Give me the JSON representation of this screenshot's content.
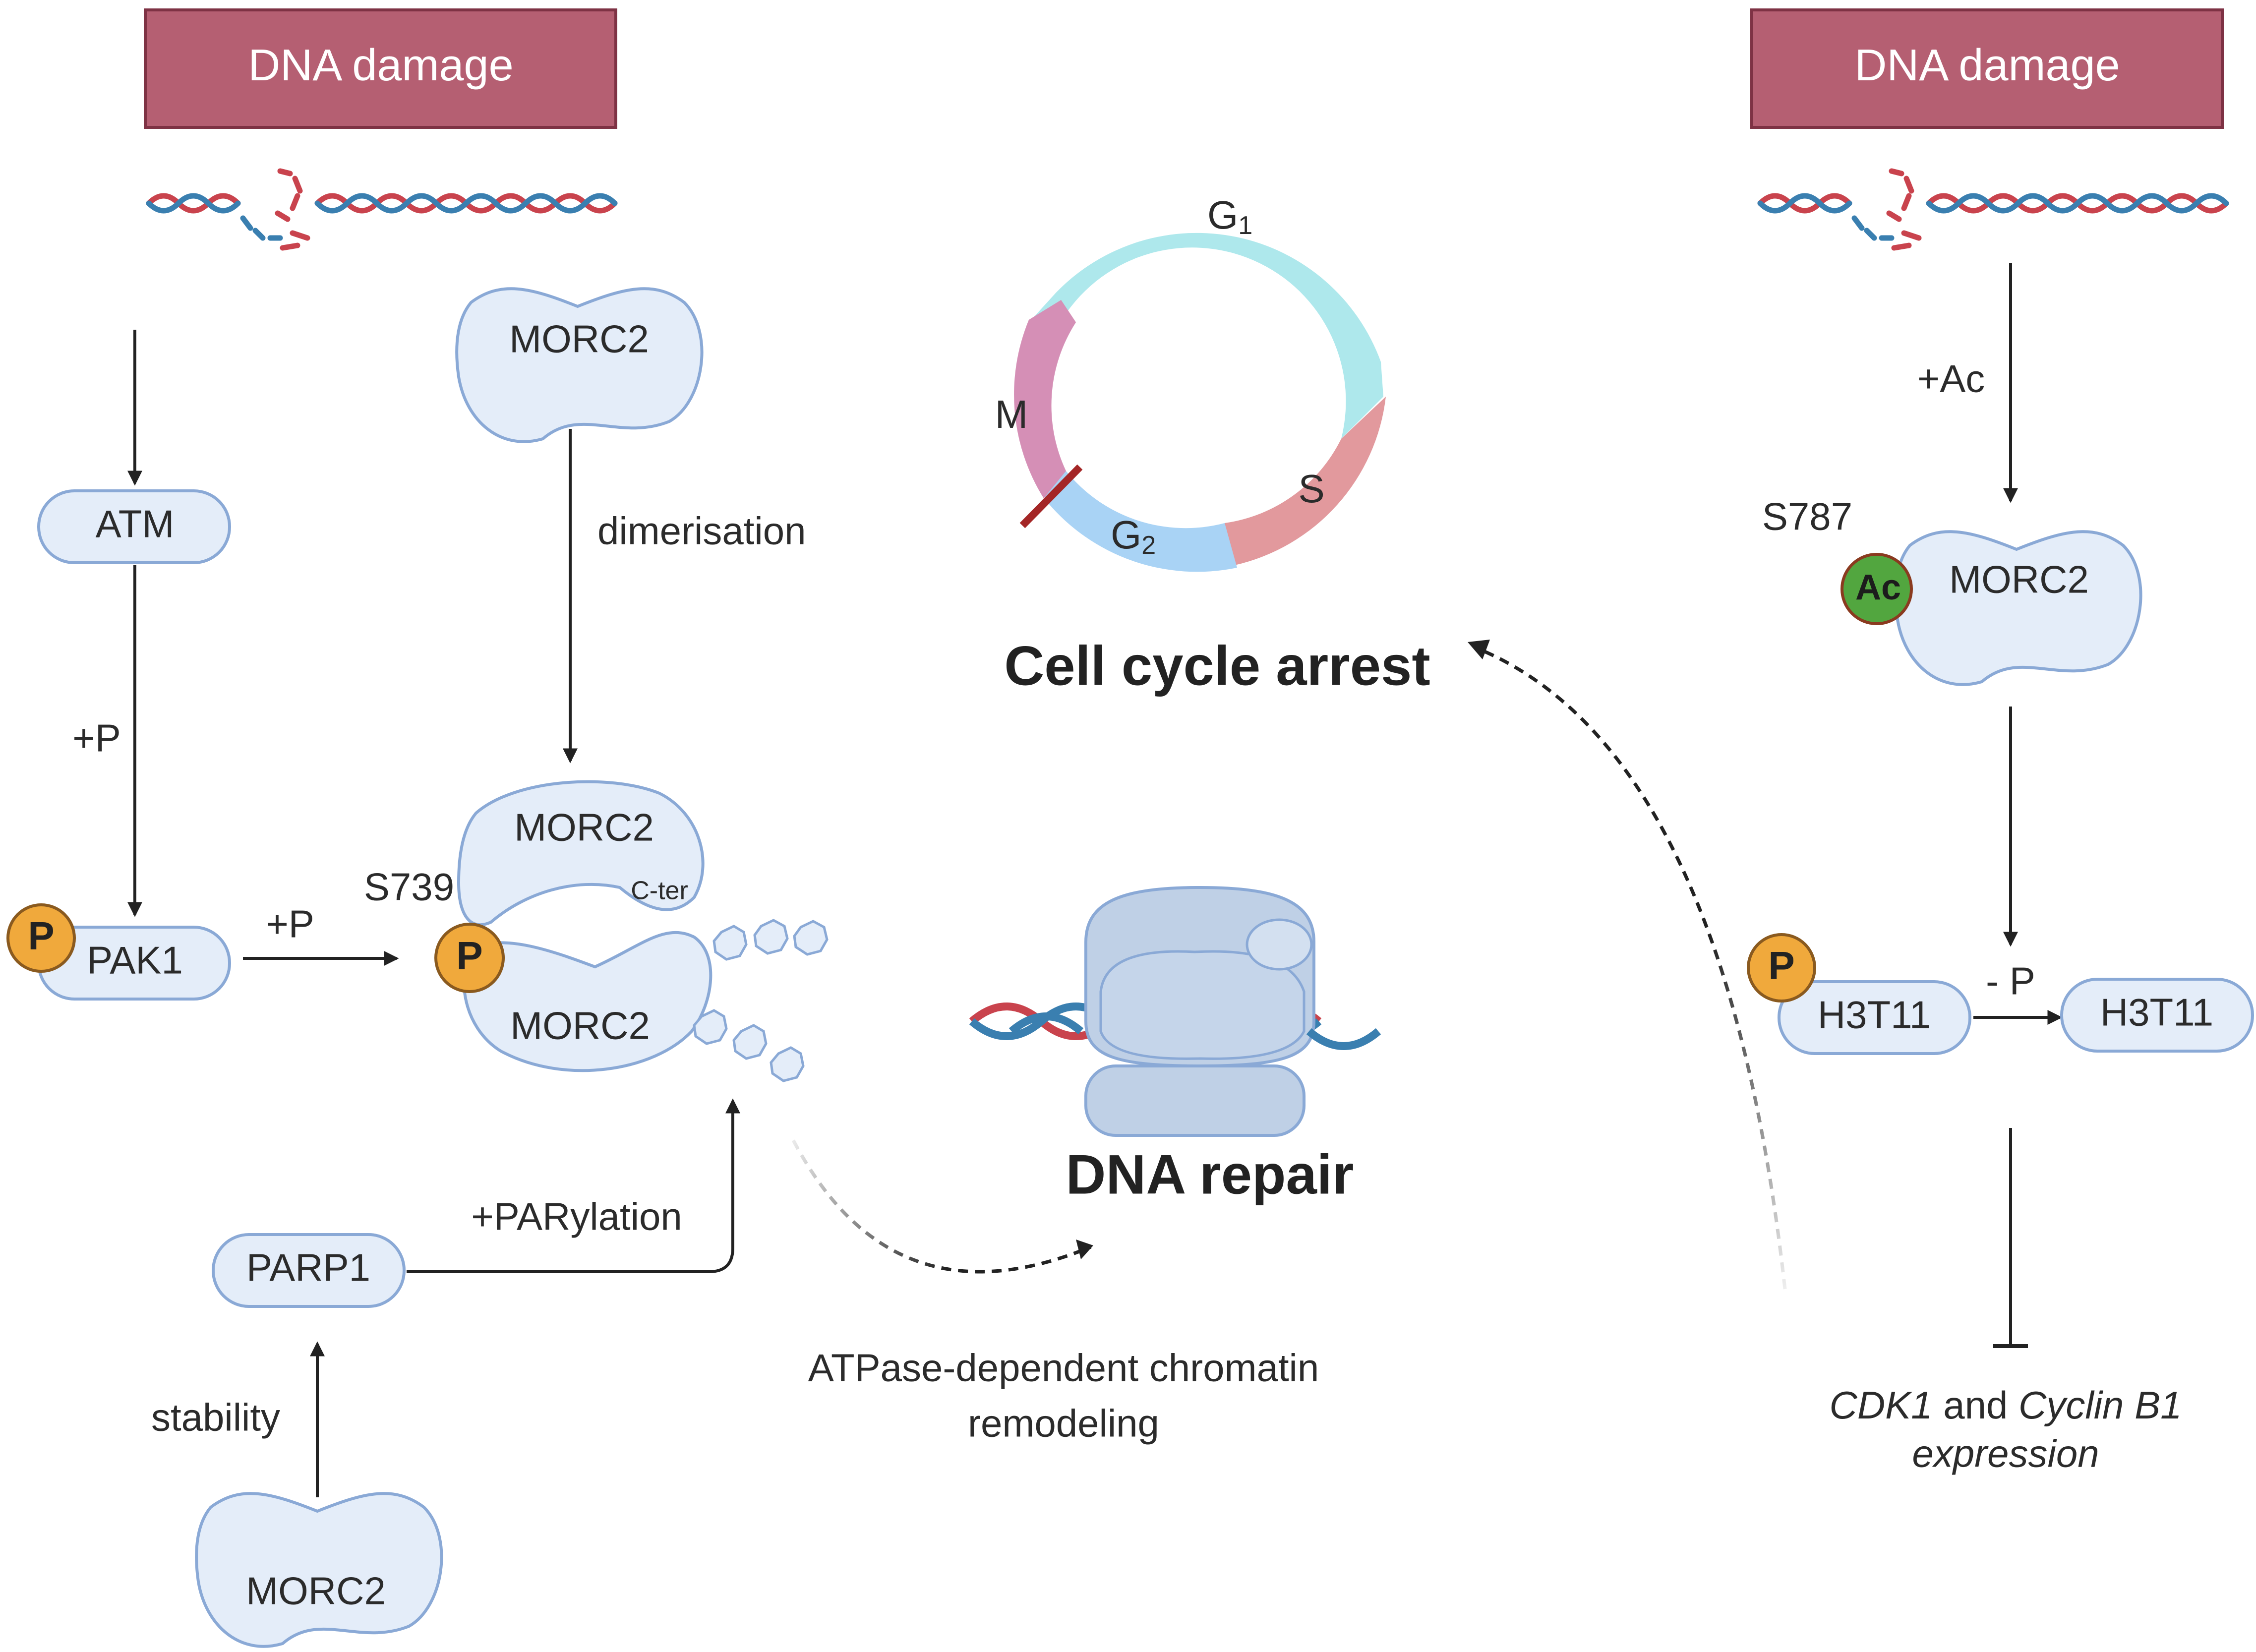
{
  "left_panel": {
    "trigger": "DNA damage",
    "atm": "ATM",
    "atm_to_pak1": "+P",
    "pak1": "PAK1",
    "pak1_badge": "P",
    "pak1_to_morc2": "+P",
    "morc2_top": "MORC2",
    "dimerisation": "dimerisation",
    "dimer_upper": "MORC2",
    "dimer_cter": "C-ter",
    "dimer_lower": "MORC2",
    "dimer_badge": "P",
    "site": "S739",
    "parp1": "PARP1",
    "parylation": "+PARylation",
    "stability": "stability",
    "morc2_bottom": "MORC2",
    "remodeling_line1": "ATPase-dependent chromatin",
    "remodeling_line2": "remodeling"
  },
  "center": {
    "cycle_g1_letter": "G",
    "cycle_g1_sub": "1",
    "cycle_s": "S",
    "cycle_g2_letter": "G",
    "cycle_g2_sub": "2",
    "cycle_m": "M",
    "cell_cycle_arrest": "Cell cycle arrest",
    "dna_repair": "DNA repair"
  },
  "right_panel": {
    "trigger": "DNA damage",
    "acetylation": "+Ac",
    "site": "S787",
    "ac_badge": "Ac",
    "morc2": "MORC2",
    "h3t11_p_badge": "P",
    "h3t11_left": "H3T11",
    "dephos": "- P",
    "h3t11_right": "H3T11",
    "target_gene1": "CDK1",
    "target_and": "and",
    "target_gene2": "Cyclin B1",
    "target_expression": "expression"
  },
  "colors": {
    "banner_fill": "#b55f72",
    "banner_border": "#7e3244",
    "protein_fill": "#e4edf9",
    "protein_border": "#8aa9d6",
    "phospho_badge": "#f0a93c",
    "acetyl_badge": "#52a63f",
    "cycle_g1": "#aee8ec",
    "cycle_s": "#e2999d",
    "cycle_g2": "#a9d3f5",
    "cycle_m": "#d58fb6",
    "arrest_bar": "#a42626",
    "dna_red": "#c9434d",
    "dna_blue": "#3a7fb0"
  }
}
